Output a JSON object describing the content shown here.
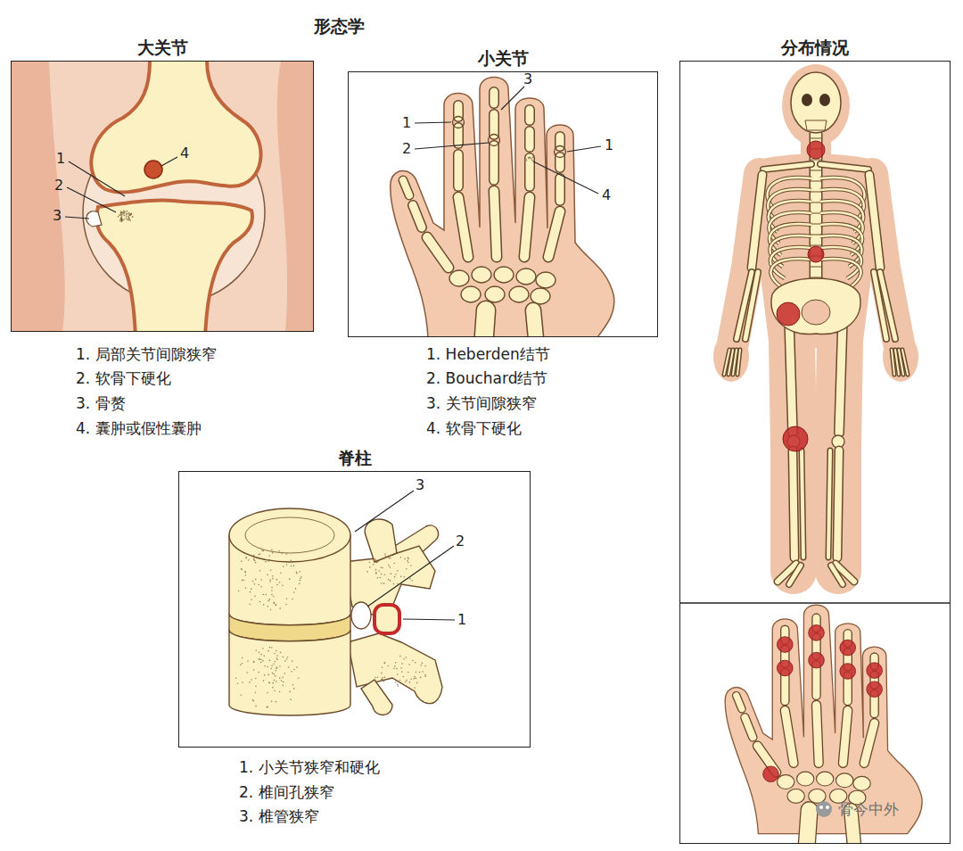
{
  "diagram": {
    "title": "形态学",
    "nodes": [
      {
        "text": [
          "大关节"
        ]
      },
      {
        "text": [
          "小关节"
        ]
      },
      {
        "text": [
          "脊柱"
        ]
      },
      {
        "text": [
          "分布情况"
        ]
      }
    ],
    "labels": [
      "1",
      "2",
      "3",
      "4",
      "1. 局部关节间隙狭窄",
      "2. 软骨下硬化",
      "3. 骨赘",
      "4. 囊肿或假性囊肿",
      "3",
      "1",
      "2",
      "1",
      "4",
      "1. Heberden结节",
      "2. Bouchard结节",
      "3. 关节间隙狭窄",
      "4. 软骨下硬化",
      "3",
      "2",
      "1",
      "1. 小关节狭窄和硬化",
      "2. 椎间孔狭窄",
      "3. 椎管狭窄",
      "骨今中外"
    ]
  }
}
